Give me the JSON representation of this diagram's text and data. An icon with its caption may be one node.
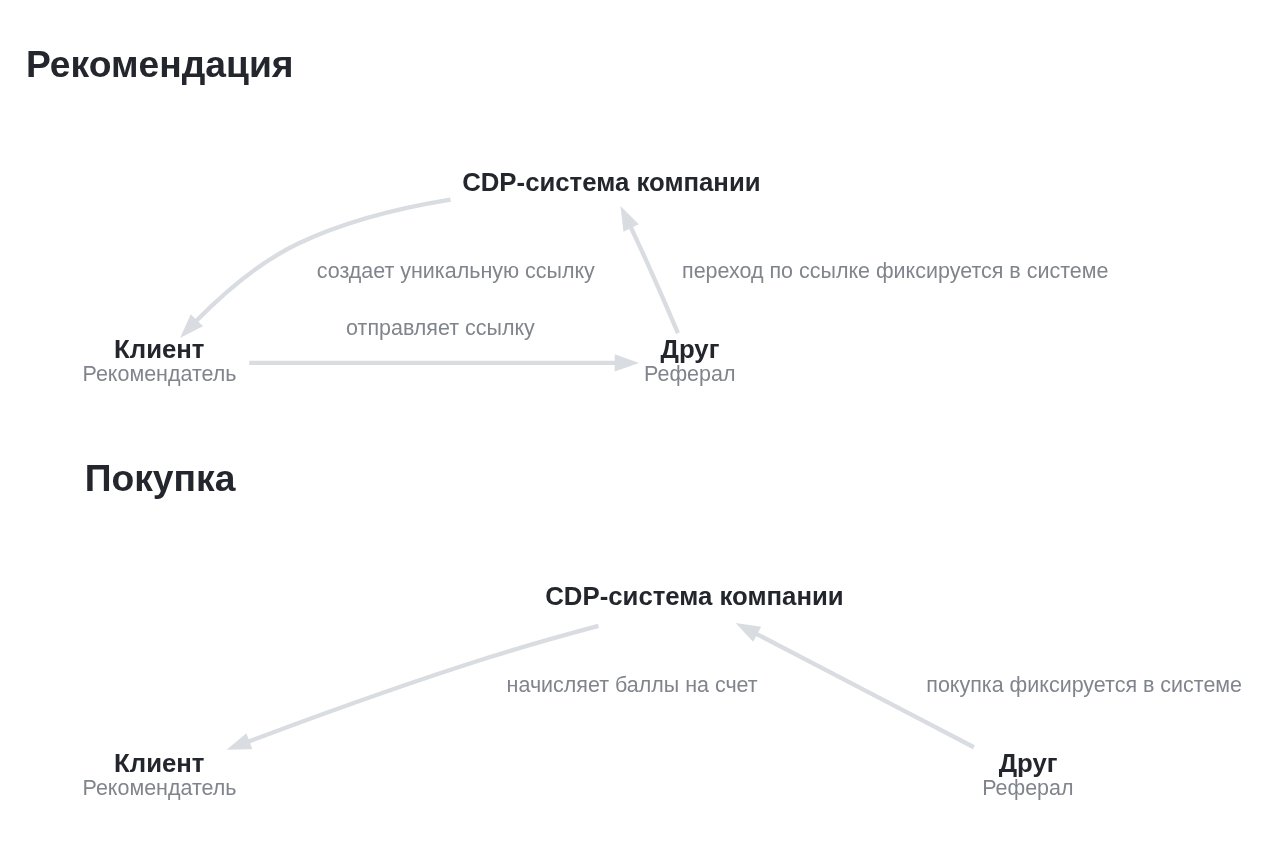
{
  "diagram": {
    "nodes": [
      {
        "text": [
          "CDP-система компании"
        ]
      },
      {
        "text": [
          "Клиент",
          "Рекомендатель"
        ]
      },
      {
        "text": [
          "Друг",
          "Реферал"
        ]
      },
      {
        "text": [
          "CDP-система компании"
        ]
      },
      {
        "text": [
          "Клиент",
          "Рекомендатель"
        ]
      },
      {
        "text": [
          "Друг",
          "Реферал"
        ]
      }
    ],
    "edges": [
      {
        "from": 0,
        "to": 1,
        "arrow": "to",
        "label": "создает уникальную ссылку"
      },
      {
        "from": 2,
        "to": 0,
        "arrow": "to",
        "label": "переход по ссылке фиксируется в системе"
      },
      {
        "from": 1,
        "to": 2,
        "arrow": "to",
        "label": "отправляет ссылку"
      },
      {
        "from": 3,
        "to": 4,
        "arrow": "to",
        "label": "начисляет баллы на счет"
      },
      {
        "from": 5,
        "to": 3,
        "arrow": "to",
        "label": "покупка фиксируется в системе"
      }
    ],
    "labels": [
      "Рекомендация",
      "Покупка"
    ]
  }
}
